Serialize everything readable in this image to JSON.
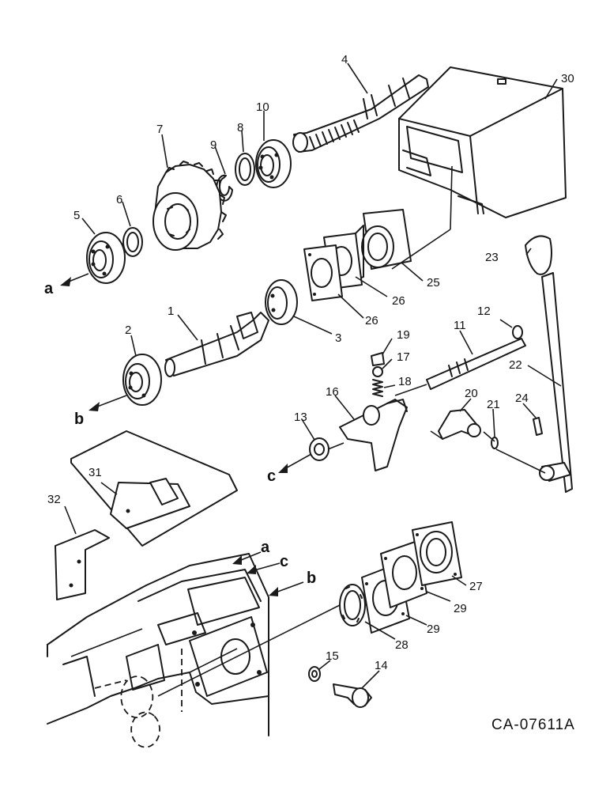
{
  "callouts": {
    "c1": "1",
    "c2": "2",
    "c3": "3",
    "c4": "4",
    "c5": "5",
    "c6": "6",
    "c7": "7",
    "c8": "8",
    "c9": "9",
    "c10": "10",
    "c11": "11",
    "c12": "12",
    "c13": "13",
    "c14": "14",
    "c15": "15",
    "c16": "16",
    "c17": "17",
    "c18": "18",
    "c19": "19",
    "c20": "20",
    "c21": "21",
    "c22": "22",
    "c23": "23",
    "c24": "24",
    "c25": "25",
    "c26a": "26",
    "c26b": "26",
    "c27": "27",
    "c28": "28",
    "c29a": "29",
    "c29b": "29",
    "c30": "30",
    "c31": "31",
    "c32": "32"
  },
  "references": {
    "a": "a",
    "b": "b",
    "c": "c"
  },
  "drawing_code": "CA-07611A"
}
